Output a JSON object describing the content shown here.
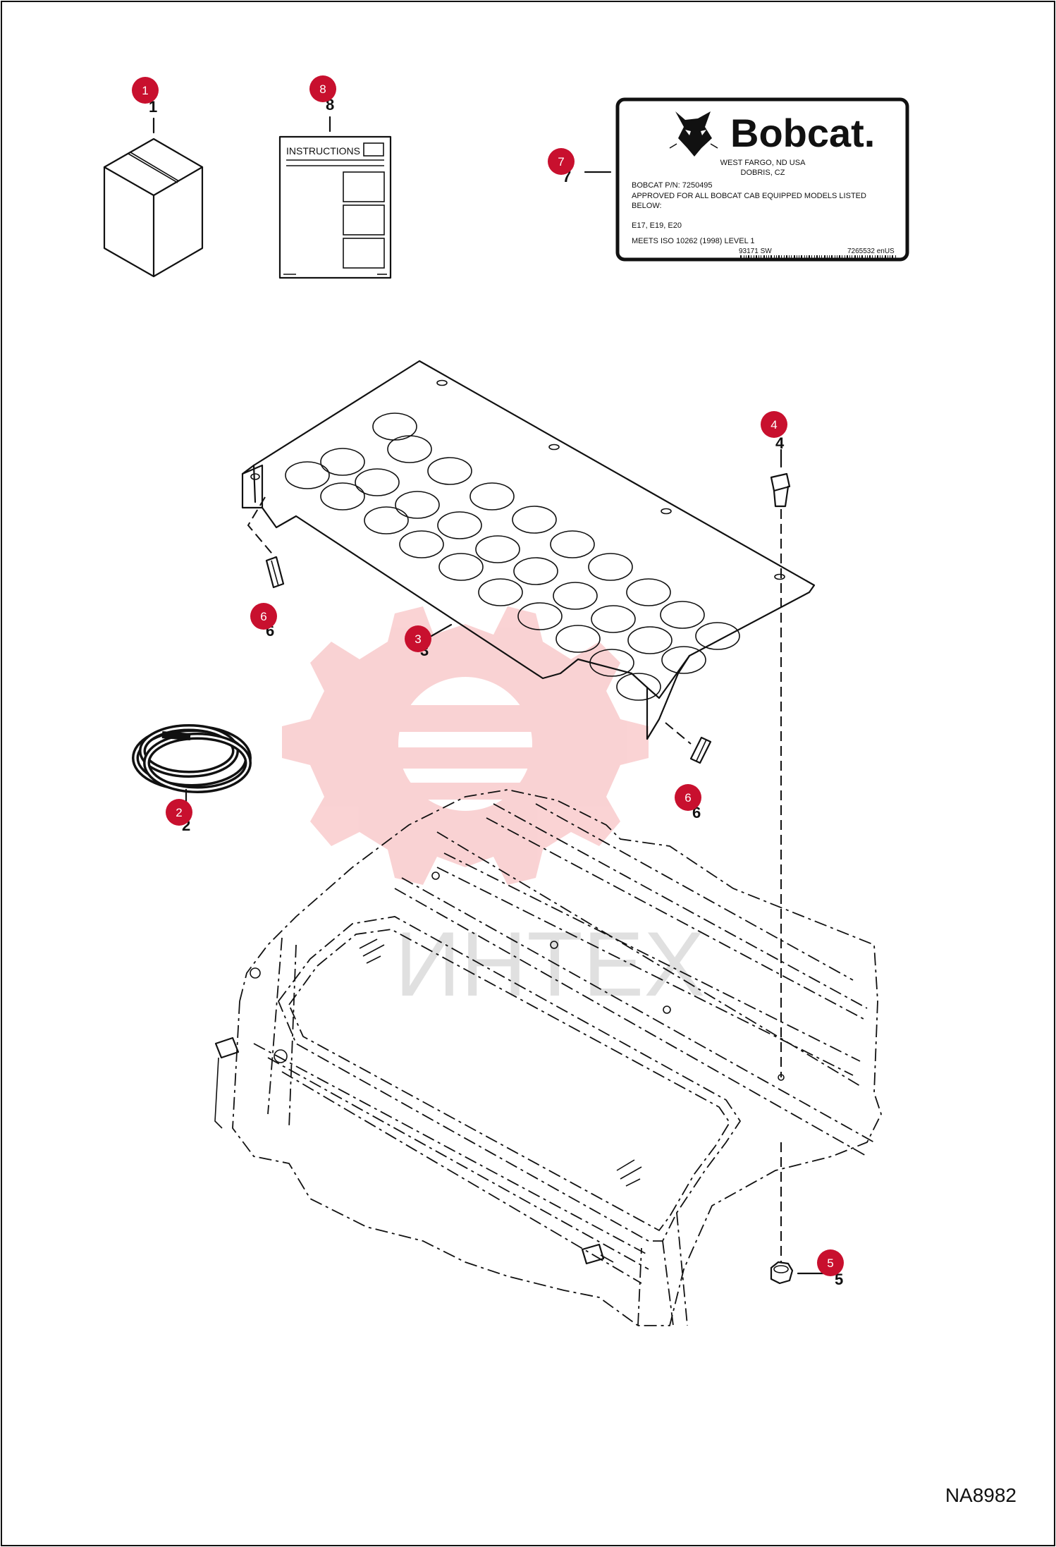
{
  "label": {
    "brand": "Bobcat.",
    "address_1": "WEST FARGO, ND USA",
    "address_2": "DOBRIS, CZ",
    "part_number": "BOBCAT P/N: 7250495",
    "approved_1": "APPROVED FOR ALL BOBCAT CAB EQUIPPED MODELS LISTED",
    "approved_2": "BELOW:",
    "models": "E17, E19, E20",
    "standard": "MEETS ISO 10262 (1998) LEVEL 1",
    "code_left": "93171 SW",
    "code_right": "7265532 enUS"
  },
  "instructions": {
    "title": "INSTRUCTIONS"
  },
  "callouts": {
    "c1": "1",
    "c2": "2",
    "c3": "3",
    "c4": "4",
    "c5": "5",
    "c6a": "6",
    "c6b": "6",
    "c7": "7",
    "c8": "8"
  },
  "watermark": {
    "text": "ИНТЕХ"
  },
  "drawing_code": "NA8982",
  "colors": {
    "callout": "#c8102e",
    "watermark": "#e8383c",
    "line": "#111111"
  }
}
